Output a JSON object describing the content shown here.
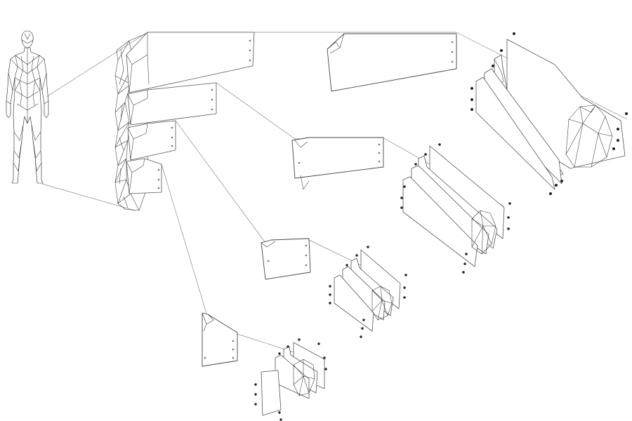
{
  "diagram": {
    "labels": [],
    "components": [
      {
        "name": "human-figure"
      },
      {
        "name": "spine-mesh-column"
      },
      {
        "name": "shell-segment",
        "count": 4
      },
      {
        "name": "flat-panel",
        "count": 4
      },
      {
        "name": "exploded-assembly",
        "count": 4
      }
    ],
    "colors": {
      "background": "#ffffff",
      "lines": "#8a8a8a",
      "ink": "#333333"
    }
  }
}
